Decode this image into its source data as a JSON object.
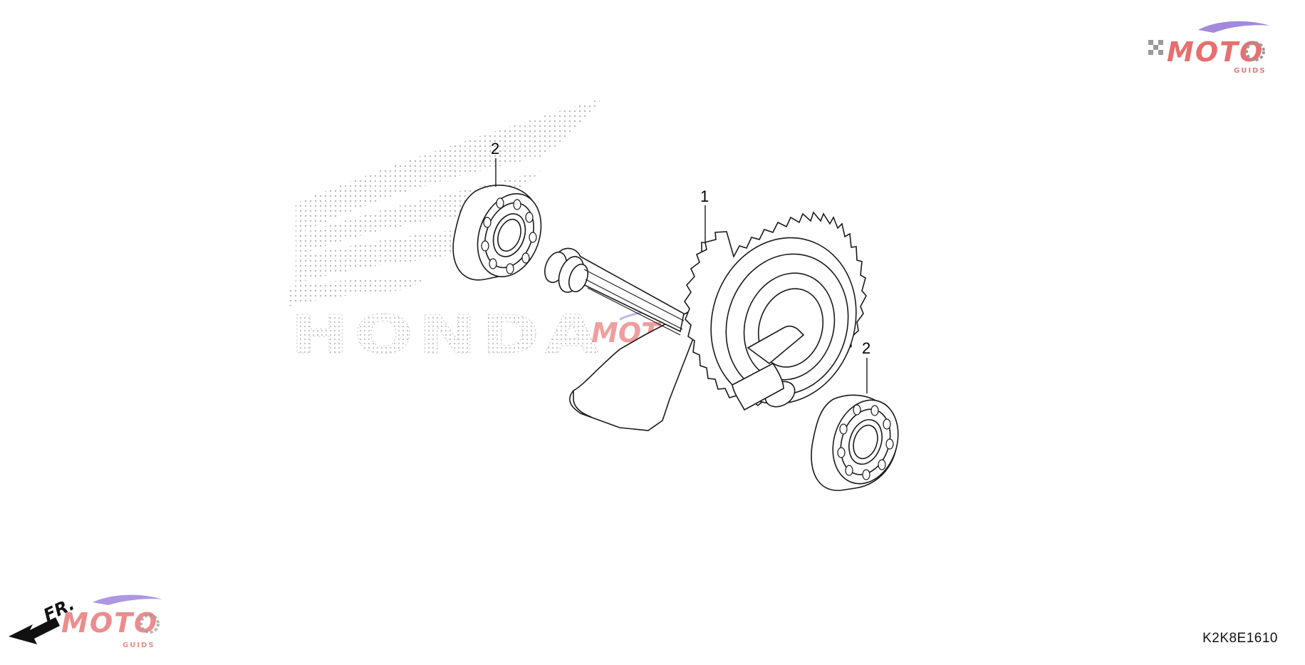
{
  "diagram": {
    "diagram_code": "K2K8E1610",
    "watermark_text": "HONDA",
    "direction_label": "FR.",
    "parts": [
      {
        "callout": "1",
        "name": "balancer shaft assembly"
      },
      {
        "callout": "2",
        "name": "radial ball bearing (upper)"
      },
      {
        "callout": "2",
        "name": "radial ball bearing (lower)"
      }
    ]
  },
  "logos": {
    "brand_main": "MOTO",
    "brand_sub": "GUIDS"
  },
  "colors": {
    "line": "#1a1a1a",
    "watermark_dots": "#b8b8b8",
    "logo_red": "#e04040",
    "logo_purple": "#8a6bd6",
    "logo_gray": "#9a9a9a",
    "arrow": "#111111"
  }
}
